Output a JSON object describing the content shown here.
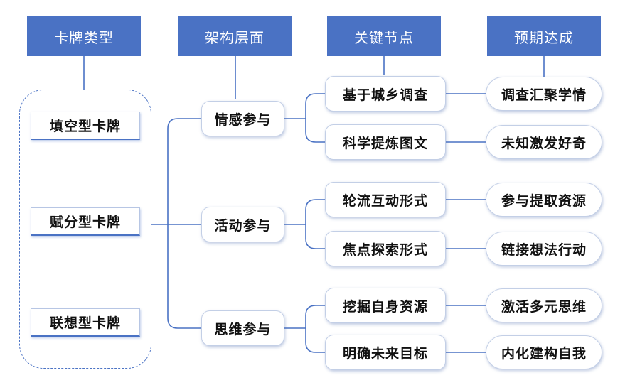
{
  "headers": {
    "card_type": "卡牌类型",
    "architecture": "架构层面",
    "key_nodes": "关键节点",
    "expected": "预期达成"
  },
  "cards": [
    "填空型卡牌",
    "赋分型卡牌",
    "联想型卡牌"
  ],
  "levels": [
    "情感参与",
    "活动参与",
    "思维参与"
  ],
  "key_nodes": [
    "基于城乡调查",
    "科学提炼图文",
    "轮流互动形式",
    "焦点探索形式",
    "挖掘自身资源",
    "明确未来目标"
  ],
  "outcomes": [
    "调查汇聚学情",
    "未知激发好奇",
    "参与提取资源",
    "链接想法行动",
    "激活多元思维",
    "内化建构自我"
  ],
  "colors": {
    "header_bg": "#4a72c4",
    "line": "#4a72c4",
    "text": "#111111"
  }
}
